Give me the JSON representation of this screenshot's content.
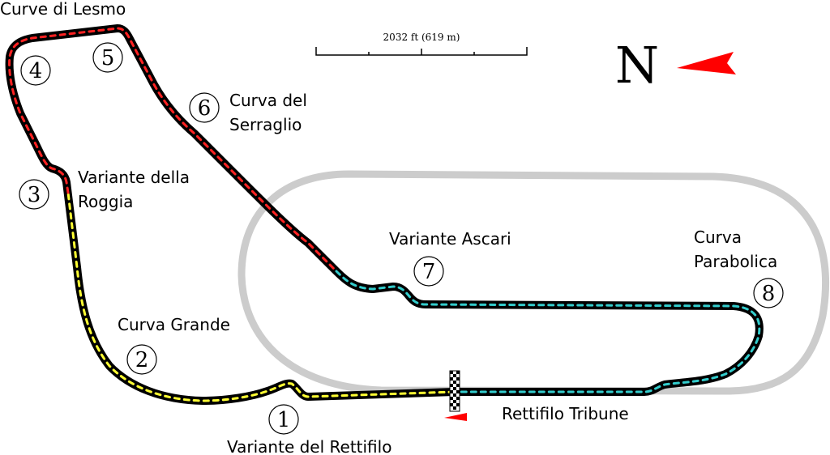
{
  "scale": {
    "label": "2032 ft (619 m)"
  },
  "compass": {
    "letter": "N",
    "arrow_color": "#ff0000"
  },
  "colors": {
    "sector1": "#ffff33",
    "sector2": "#ff2222",
    "sector3": "#33cccc",
    "old_oval": "#cccccc"
  },
  "corners": [
    {
      "number": "1",
      "name": "Variante del Rettifilo"
    },
    {
      "number": "2",
      "name": "Curva Grande"
    },
    {
      "number": "3",
      "name_line1": "Variante della",
      "name_line2": "Roggia"
    },
    {
      "number": "4",
      "name": "Curve di Lesmo"
    },
    {
      "number": "5"
    },
    {
      "number": "6",
      "name_line1": "Curva del",
      "name_line2": "Serraglio"
    },
    {
      "number": "7",
      "name": "Variante Ascari"
    },
    {
      "number": "8",
      "name_line1": "Curva",
      "name_line2": "Parabolica"
    }
  ],
  "straight": "Rettifilo Tribune"
}
